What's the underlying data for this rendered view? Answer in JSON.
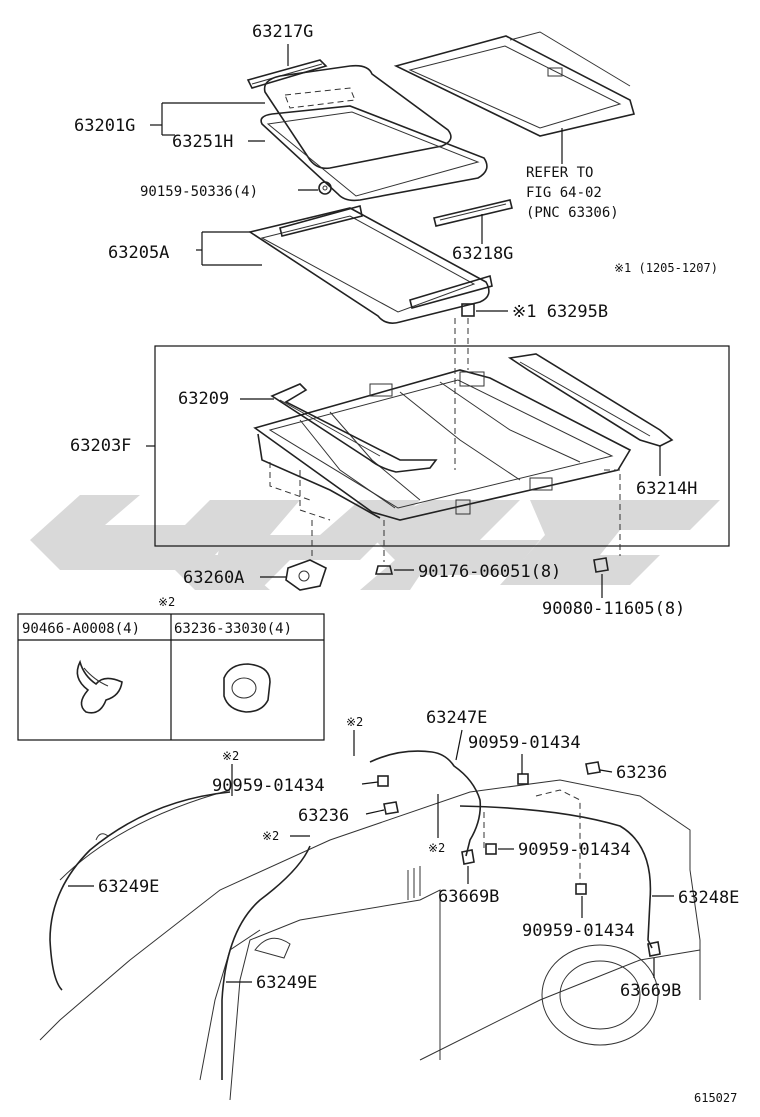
{
  "parts": {
    "p63217G": "63217G",
    "p63201G": "63201G",
    "p63251H": "63251H",
    "p90159": "90159-50336(4)",
    "p63205A": "63205A",
    "p63218G": "63218G",
    "refer1": "REFER TO",
    "refer2": "FIG 64-02",
    "refer3": "(PNC 63306)",
    "note1": "※1 (1205-1207)",
    "p63295B": "※1 63295B",
    "p63209": "63209",
    "p63203F": "63203F",
    "p63214H": "63214H",
    "p63260A": "63260A",
    "p90176": "90176-06051(8)",
    "p90080": "90080-11605(8)",
    "p63247E": "63247E",
    "p90959a": "90959-01434",
    "p90959b": "90959-01434",
    "p90959c": "90959-01434",
    "p90959d": "90959-01434",
    "p63236a": "63236",
    "p63236b": "63236",
    "p63669Ba": "63669B",
    "p63669Bb": "63669B",
    "p63248E": "63248E",
    "p63249Ea": "63249E",
    "p63249Eb": "63249E",
    "mark2a": "※2",
    "mark2b": "※2",
    "mark2c": "※2",
    "mark2d": "※2",
    "mark2table": "※2"
  },
  "table": {
    "col1": "90466-A0008(4)",
    "col2": "63236-33030(4)"
  },
  "figure_number": "615027"
}
